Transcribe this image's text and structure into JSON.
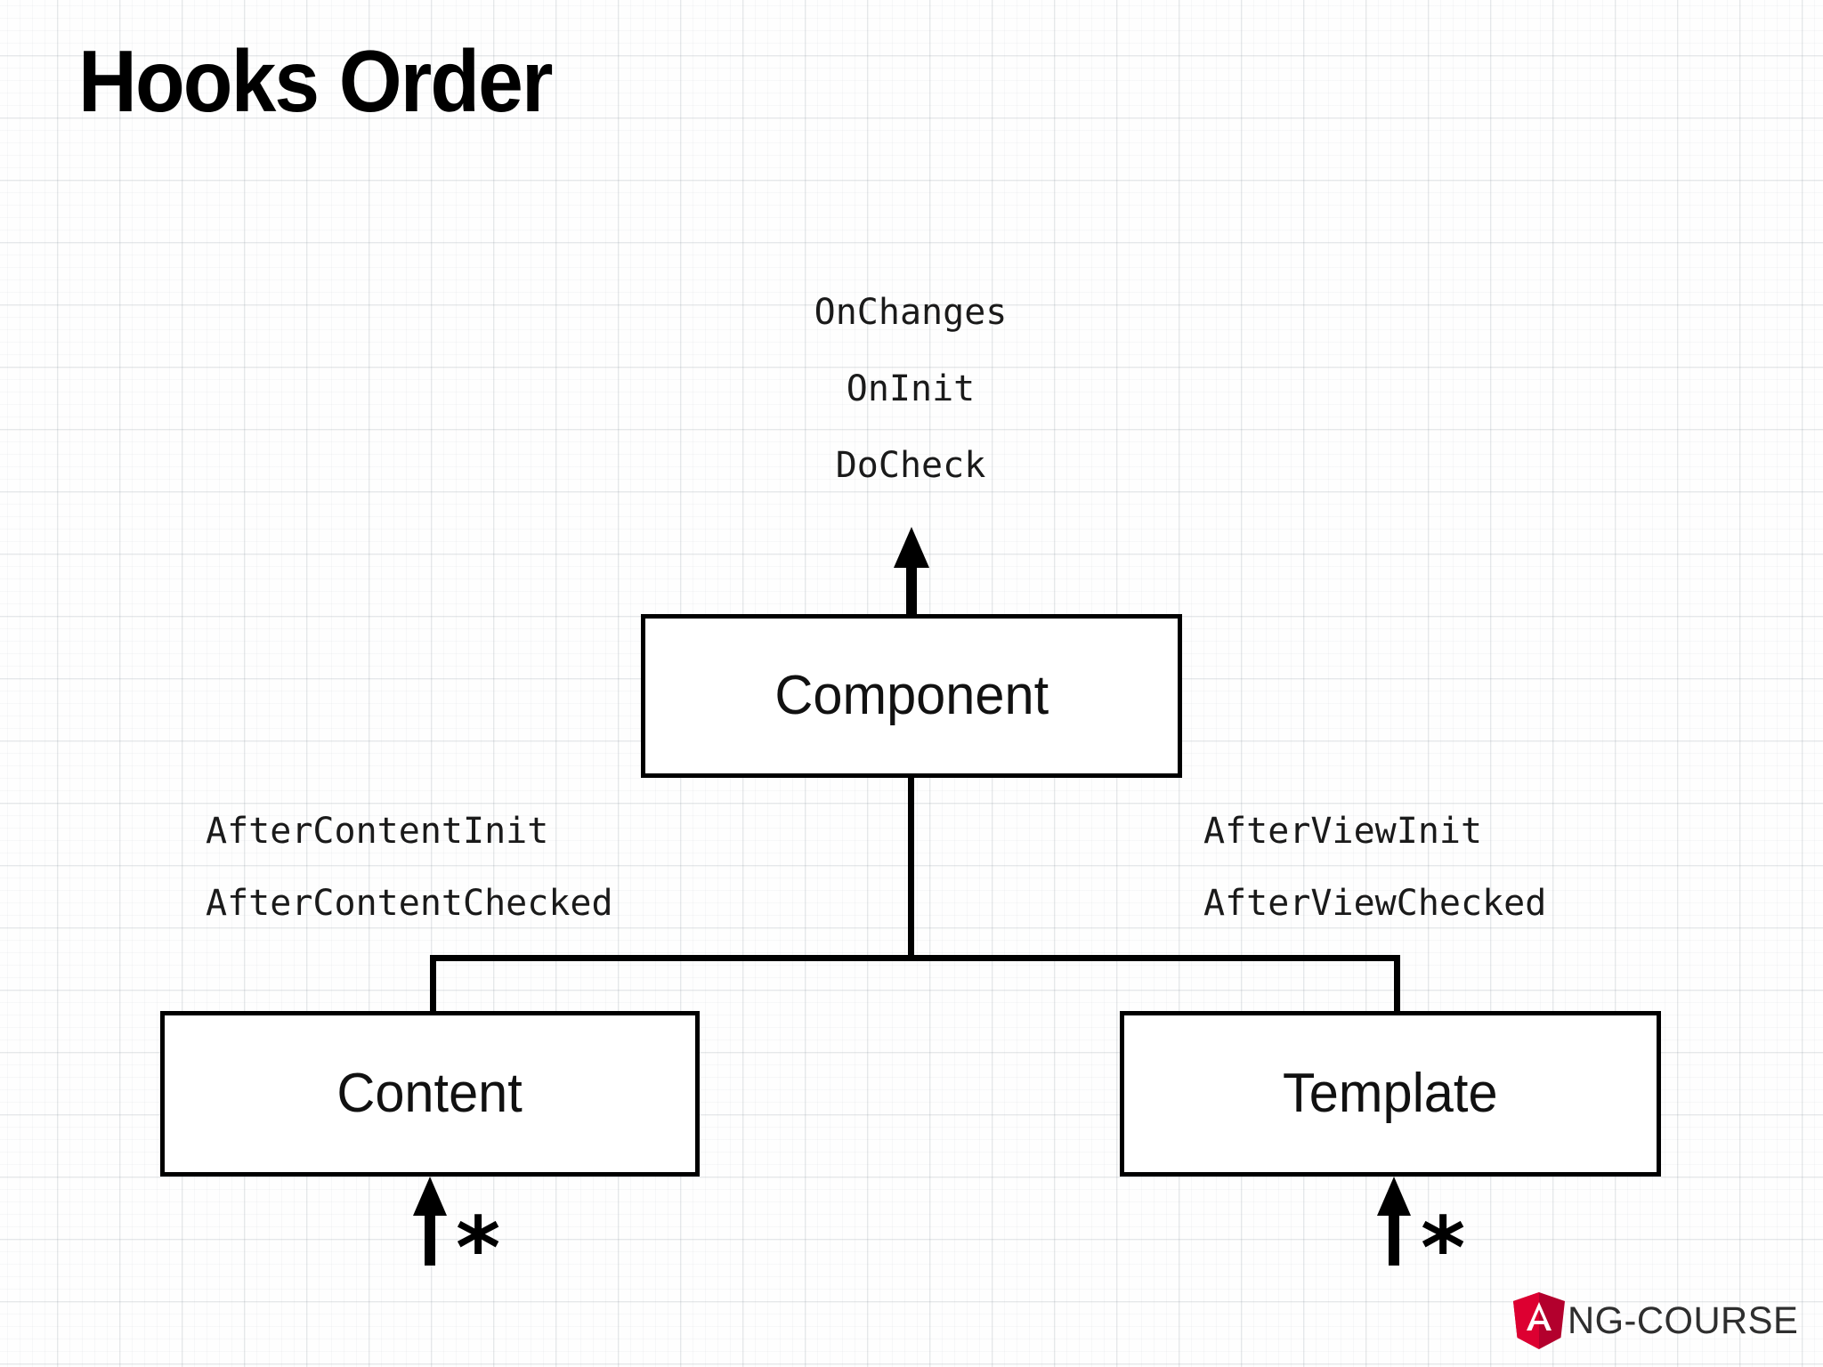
{
  "slide": {
    "title": "Hooks Order",
    "background": "#fefefe",
    "grid_color": "#8c96a0",
    "ink_color": "#000000"
  },
  "diagram": {
    "type": "flow",
    "top_hooks": [
      "OnChanges",
      "OnInit",
      "DoCheck"
    ],
    "root_node": {
      "label": "Component"
    },
    "children": [
      {
        "label": "Content",
        "hooks": [
          "AfterContentInit",
          "AfterContentChecked"
        ],
        "marker": "*"
      },
      {
        "label": "Template",
        "hooks": [
          "AfterViewInit",
          "AfterViewChecked"
        ],
        "marker": "*"
      }
    ],
    "left_hooks": [
      "AfterContentInit",
      "AfterContentChecked"
    ],
    "right_hooks": [
      "AfterViewInit",
      "AfterViewChecked"
    ]
  },
  "logo": {
    "text": "NG-COURSE",
    "shield_letter": "A",
    "shield_color_light": "#dd0031",
    "shield_color_dark": "#b3002d",
    "text_color": "#2e2e2e"
  }
}
